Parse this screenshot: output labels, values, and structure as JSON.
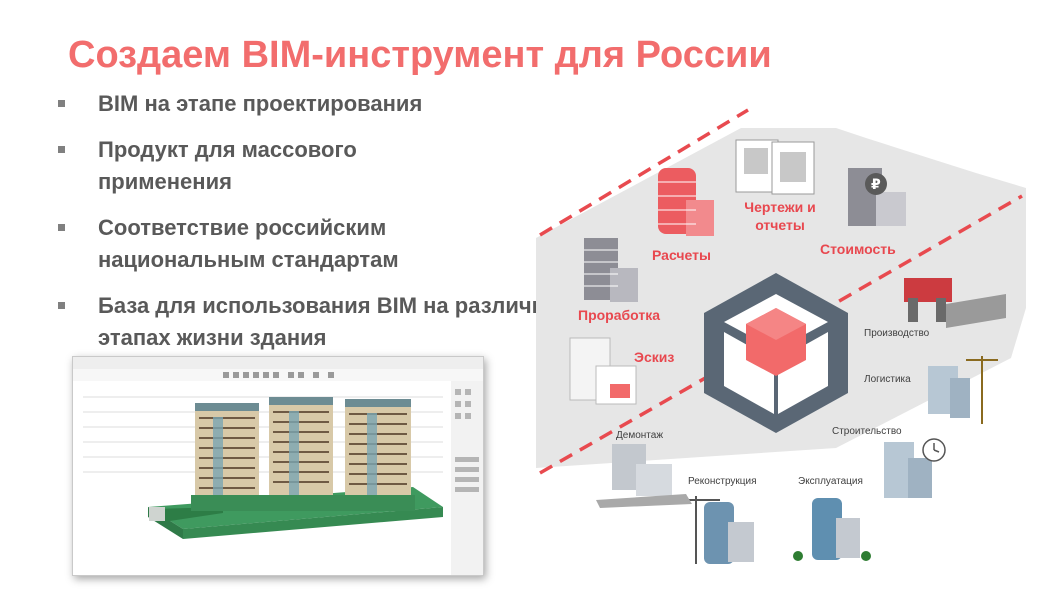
{
  "slide": {
    "title": "Создаем BIM-инструмент для России",
    "bullets": [
      "BIM на этапе проектирования",
      "Продукт для массового применения",
      "Соответствие российским национальным стандартам",
      "База для использования BIM на различных этапах жизни здания"
    ]
  },
  "diagram": {
    "design_stages": {
      "sketch": "Эскиз",
      "elaboration": "Проработка",
      "calculations": "Расчеты",
      "drawings": "Чертежи и отчеты",
      "cost": "Стоимость"
    },
    "lifecycle_stages": {
      "production": "Производство",
      "logistics": "Логистика",
      "construction": "Строительство",
      "operation": "Эксплуатация",
      "reconstruction": "Реконструкция",
      "demolition": "Демонтаж"
    },
    "colors": {
      "title": "#f26d6d",
      "label_red": "#e8484f",
      "logo_grey": "#5a6775",
      "logo_red": "#f26a6a",
      "band": "#e6e6e6"
    }
  }
}
